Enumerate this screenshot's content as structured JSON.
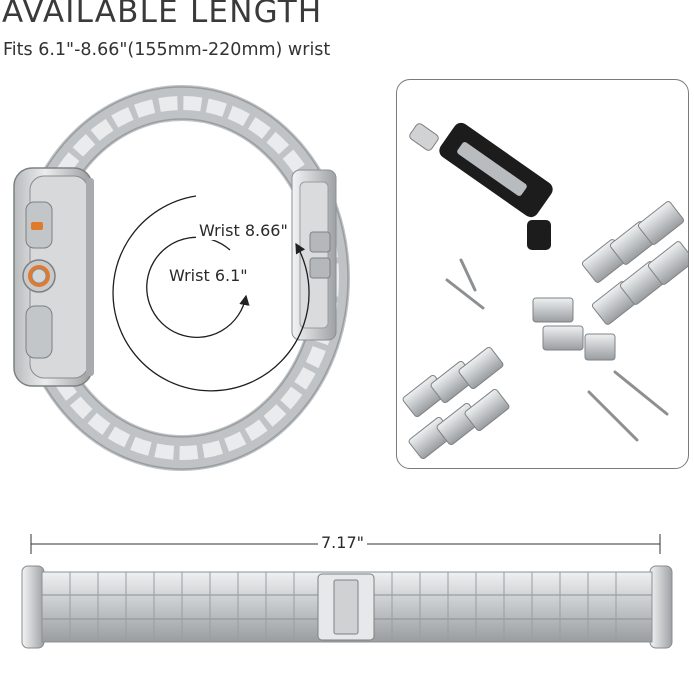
{
  "header": {
    "title": "AVAILABLE LENGTH",
    "subtitle": "Fits 6.1\"-8.66\"(155mm-220mm) wrist"
  },
  "wrist": {
    "large_label": "Wrist 8.66\"",
    "small_label": "Wrist 6.1\""
  },
  "band": {
    "length_label": "7.17\""
  },
  "colors": {
    "metal": "#c9cbcd",
    "metal_dark": "#8e9194",
    "accent_orange": "#e07a2e",
    "tool_black": "#1c1c1c"
  }
}
